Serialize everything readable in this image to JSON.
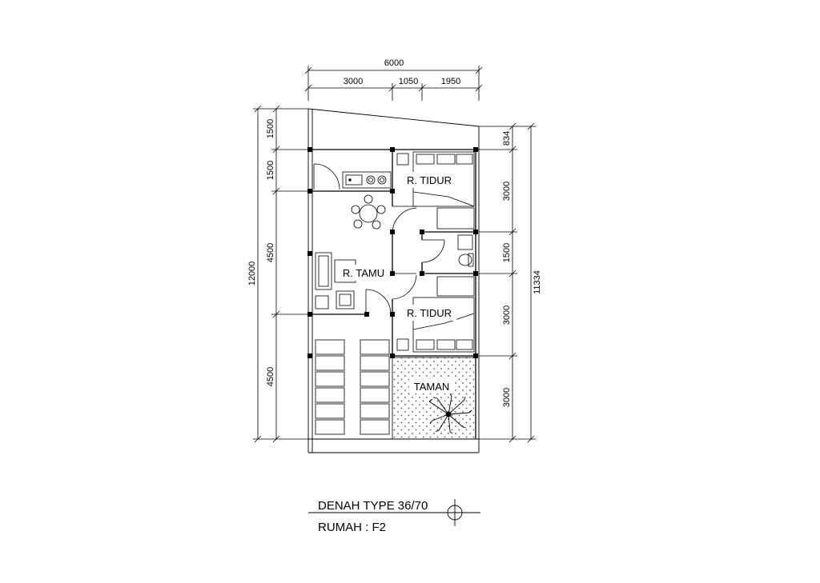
{
  "dimensions": {
    "top_total": "6000",
    "top_segments": [
      "3000",
      "1050",
      "1950"
    ],
    "left_total": "12000",
    "left_segments": [
      "1500",
      "1500",
      "4500",
      "4500"
    ],
    "right_total": "11334",
    "right_segments": [
      "834",
      "3000",
      "1500",
      "3000",
      "3000"
    ]
  },
  "rooms": {
    "bedroom_1": "R. TIDUR",
    "living_room": "R. TAMU",
    "bedroom_2": "R. TIDUR",
    "garden": "TAMAN"
  },
  "title_block": {
    "title": "DENAH TYPE 36/70",
    "house": "RUMAH : F2"
  }
}
